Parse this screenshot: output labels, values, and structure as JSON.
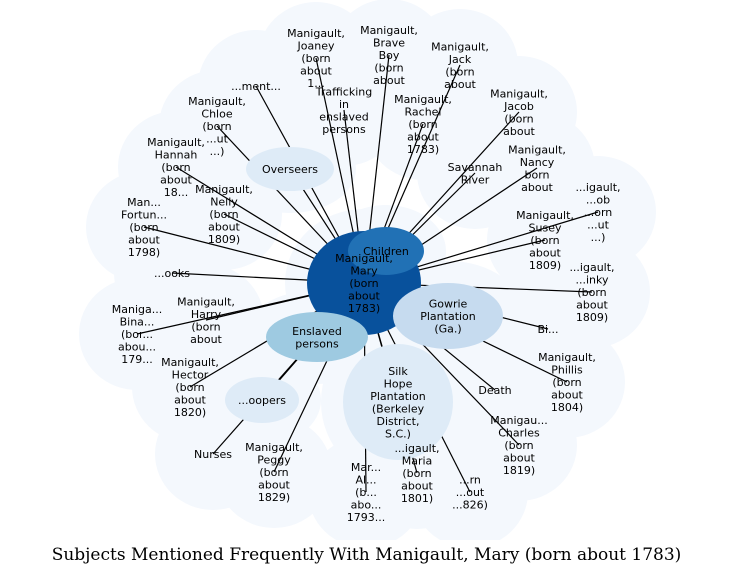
{
  "caption": "Subjects Mentioned Frequently With Manigault, Mary (born about 1783)",
  "colors": {
    "background": "#ffffff",
    "halo": "#f4f8fd",
    "edge": "#000000",
    "center": "#08519c",
    "level2": "#2171b5",
    "level3": "#9ecae1",
    "level4": "#c6dbef",
    "level5": "#deebf7",
    "text": "#000000"
  },
  "center": {
    "id": "mary",
    "lines": [
      "Manigault,",
      "Mary",
      "(born",
      "about",
      "1783)"
    ]
  },
  "nodes": [
    {
      "id": "joaney",
      "lines": [
        "Manigault,",
        "Joaney",
        "(born",
        "about",
        "1..."
      ]
    },
    {
      "id": "braveboy",
      "lines": [
        "Manigault,",
        "Brave",
        "Boy",
        "(born",
        "about"
      ]
    },
    {
      "id": "jack",
      "lines": [
        "Manigault,",
        "Jack",
        "(born",
        "about"
      ]
    },
    {
      "id": "jacob",
      "lines": [
        "Manigault,",
        "Jacob",
        "(born",
        "about"
      ]
    },
    {
      "id": "nancy",
      "lines": [
        "Manigault,",
        "Nancy",
        "born",
        "about"
      ]
    },
    {
      "id": "jacob2",
      "lines": [
        "...igault,",
        "...ob",
        "...orn",
        "...ut",
        "...)"
      ]
    },
    {
      "id": "binky",
      "lines": [
        "...igault,",
        "...inky",
        "(born",
        "about",
        "1809)"
      ]
    },
    {
      "id": "susey",
      "lines": [
        "Manigault,",
        "Susey",
        "(born",
        "about",
        "1809)"
      ]
    },
    {
      "id": "phillis",
      "lines": [
        "Manigault,",
        "Phillis",
        "(born",
        "about",
        "1804)"
      ]
    },
    {
      "id": "charles",
      "lines": [
        "Manigau...",
        "Charles",
        "(born",
        "about",
        "1819)"
      ]
    },
    {
      "id": "n1826",
      "lines": [
        "...rn",
        "...out",
        "...826)"
      ]
    },
    {
      "id": "maria",
      "lines": [
        "...igault,",
        "Maria",
        "(born",
        "about",
        "1801)"
      ]
    },
    {
      "id": "al",
      "lines": [
        "Mar...",
        "Al...",
        "(b...",
        "abo...",
        "1793..."
      ]
    },
    {
      "id": "peggy",
      "lines": [
        "Manigault,",
        "Peggy",
        "(born",
        "about",
        "1829)"
      ]
    },
    {
      "id": "hector",
      "lines": [
        "Manigault,",
        "Hector",
        "(born",
        "about",
        "1820)"
      ]
    },
    {
      "id": "bina",
      "lines": [
        "Maniga...",
        "Bina...",
        "(bor...",
        "abou...",
        "179..."
      ]
    },
    {
      "id": "harry",
      "lines": [
        "Manigault,",
        "Harry",
        "(born",
        "about"
      ]
    },
    {
      "id": "fortune",
      "lines": [
        "Man...",
        "Fortun...",
        "(born",
        "about",
        "1798)"
      ]
    },
    {
      "id": "nelly",
      "lines": [
        "Manigault,",
        "Nelly",
        "(born",
        "about",
        "1809)"
      ]
    },
    {
      "id": "hannah",
      "lines": [
        "Manigault,",
        "Hannah",
        "(born",
        "about",
        "18..."
      ]
    },
    {
      "id": "chloe",
      "lines": [
        "Manigault,",
        "Chloe",
        "(born",
        "...ut",
        "...)"
      ]
    },
    {
      "id": "rachel",
      "lines": [
        "Manigault,",
        "Rachel",
        "(born",
        "about",
        "1783)"
      ]
    },
    {
      "id": "trafficking",
      "lines": [
        "Trafficking",
        "in",
        "enslaved",
        "persons"
      ]
    },
    {
      "id": "overseers",
      "lines": [
        "Overseers"
      ]
    },
    {
      "id": "children",
      "lines": [
        "Children"
      ]
    },
    {
      "id": "gowrie",
      "lines": [
        "Gowrie",
        "Plantation",
        "(Ga.)"
      ]
    },
    {
      "id": "enslaved",
      "lines": [
        "Enslaved",
        "persons"
      ]
    },
    {
      "id": "silkhope",
      "lines": [
        "Silk",
        "Hope",
        "Plantation",
        "(Berkeley",
        "District,",
        "S.C.)"
      ]
    },
    {
      "id": "savannah",
      "lines": [
        "Savannah",
        "River"
      ]
    },
    {
      "id": "death",
      "lines": [
        "Death"
      ]
    },
    {
      "id": "coopers",
      "lines": [
        "...oopers"
      ]
    },
    {
      "id": "nurses",
      "lines": [
        "Nurses"
      ]
    },
    {
      "id": "cooks",
      "lines": [
        "...ooks"
      ]
    },
    {
      "id": "birth",
      "lines": [
        "Bi..."
      ]
    },
    {
      "id": "ment",
      "lines": [
        "...ment..."
      ]
    }
  ]
}
